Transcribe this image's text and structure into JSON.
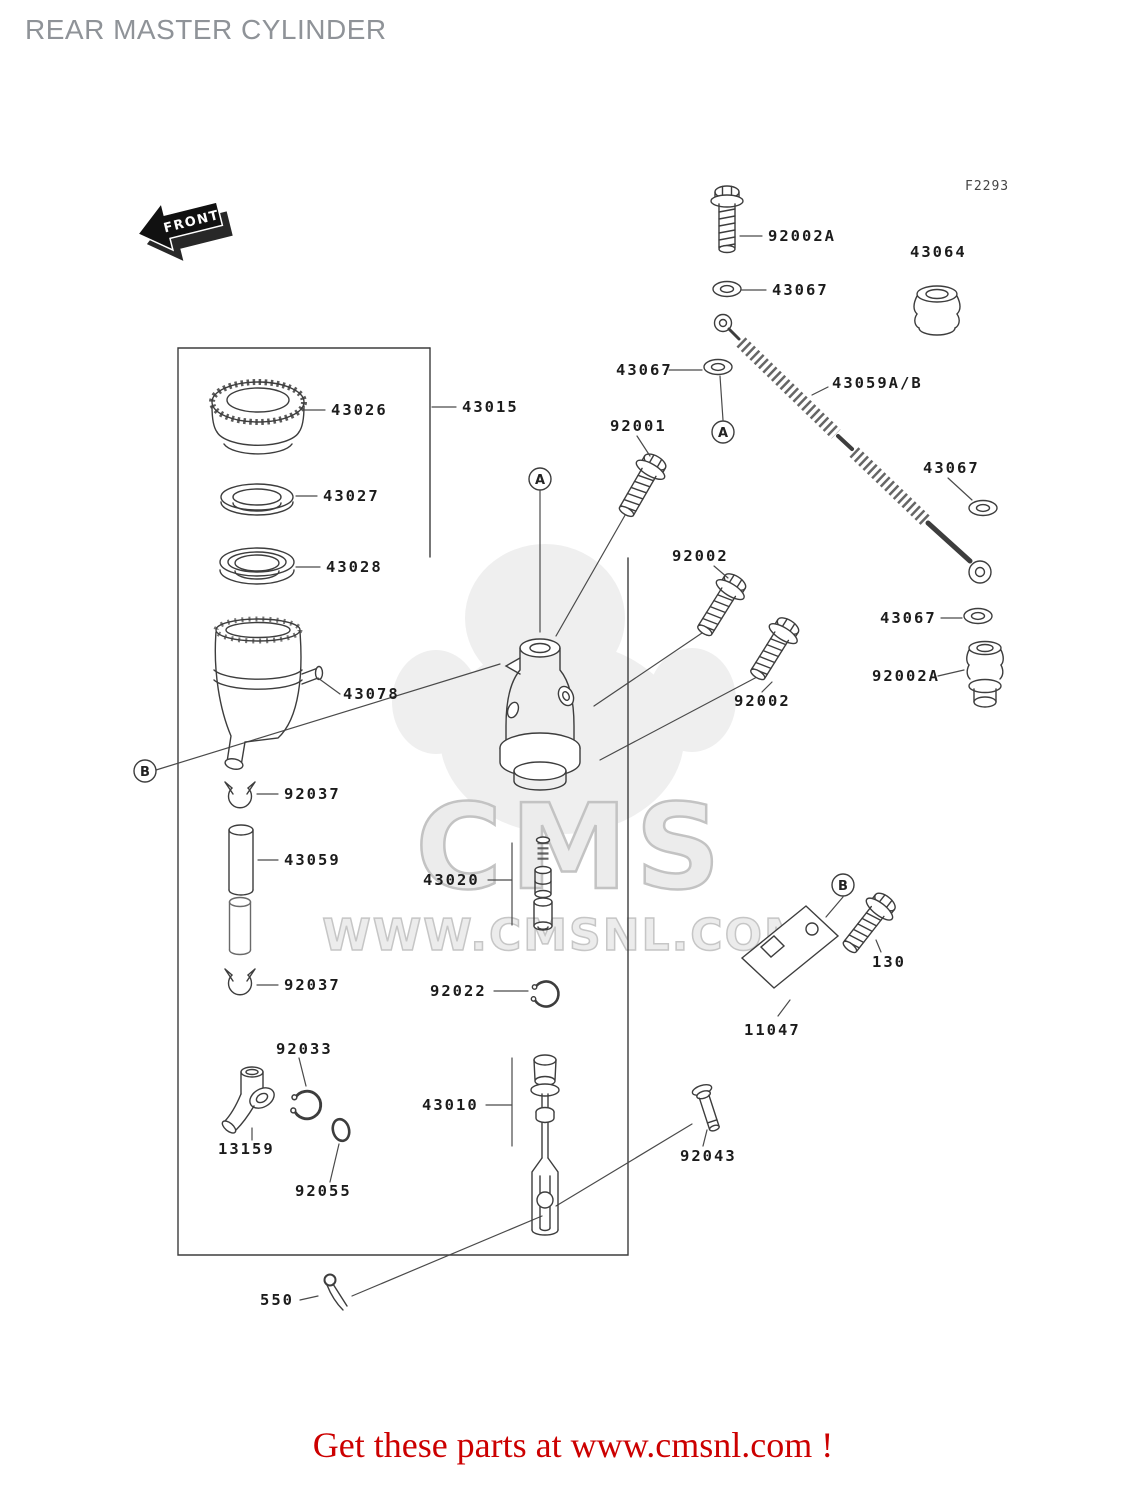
{
  "page": {
    "title": "REAR MASTER CYLINDER",
    "figure_code": "F2293",
    "front_label": "FRONT",
    "watermark_big": "CMS",
    "watermark_small": "WWW.CMSNL.COM",
    "footer_link": "Get these parts at www.cmsnl.com !"
  },
  "colors": {
    "footer_red": "#cc0000",
    "title_gray": "#8f9398",
    "diagram_line": "#3d3d3d",
    "watermark_gray": "#ececec"
  },
  "labels": [
    {
      "text": "92002A"
    },
    {
      "text": "43067"
    },
    {
      "text": "43064"
    },
    {
      "text": "43067"
    },
    {
      "text": "43059A/B"
    },
    {
      "text": "43026"
    },
    {
      "text": "43015"
    },
    {
      "text": "92001"
    },
    {
      "text": "43067"
    },
    {
      "text": "43027"
    },
    {
      "text": "43028"
    },
    {
      "text": "92002"
    },
    {
      "text": "43067"
    },
    {
      "text": "43078"
    },
    {
      "text": "92002"
    },
    {
      "text": "92002A"
    },
    {
      "text": "92037"
    },
    {
      "text": "43059"
    },
    {
      "text": "43020"
    },
    {
      "text": "92037"
    },
    {
      "text": "92022"
    },
    {
      "text": "11047"
    },
    {
      "text": "130"
    },
    {
      "text": "92033"
    },
    {
      "text": "13159"
    },
    {
      "text": "43010"
    },
    {
      "text": "92043"
    },
    {
      "text": "92055"
    },
    {
      "text": "550"
    }
  ],
  "markers": [
    {
      "letter": "A"
    },
    {
      "letter": "A"
    },
    {
      "letter": "B"
    },
    {
      "letter": "B"
    }
  ]
}
